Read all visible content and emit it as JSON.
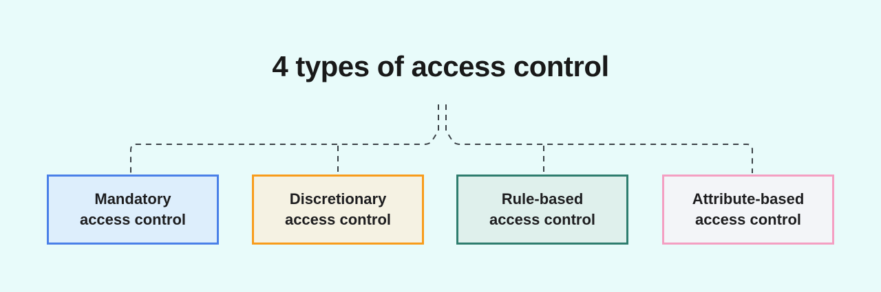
{
  "page": {
    "background_color": "#e8fbfa",
    "title": "4 types of access control",
    "title_color": "#191919",
    "text_color": "#1d1d1f"
  },
  "connectors": {
    "style": "dashed",
    "color": "#3a4045"
  },
  "boxes": [
    {
      "id": "mandatory",
      "label_line1": "Mandatory",
      "label_line2": "access control",
      "fill": "#ddeefc",
      "border": "#4a80e8"
    },
    {
      "id": "discretionary",
      "label_line1": "Discretionary",
      "label_line2": "access control",
      "fill": "#f5f2e3",
      "border": "#f89c1b"
    },
    {
      "id": "rule-based",
      "label_line1": "Rule-based",
      "label_line2": "access control",
      "fill": "#dff0ec",
      "border": "#2e7d6e"
    },
    {
      "id": "attribute-based",
      "label_line1": "Attribute-based",
      "label_line2": "access control",
      "fill": "#f3f5f8",
      "border": "#f49fc2"
    }
  ]
}
